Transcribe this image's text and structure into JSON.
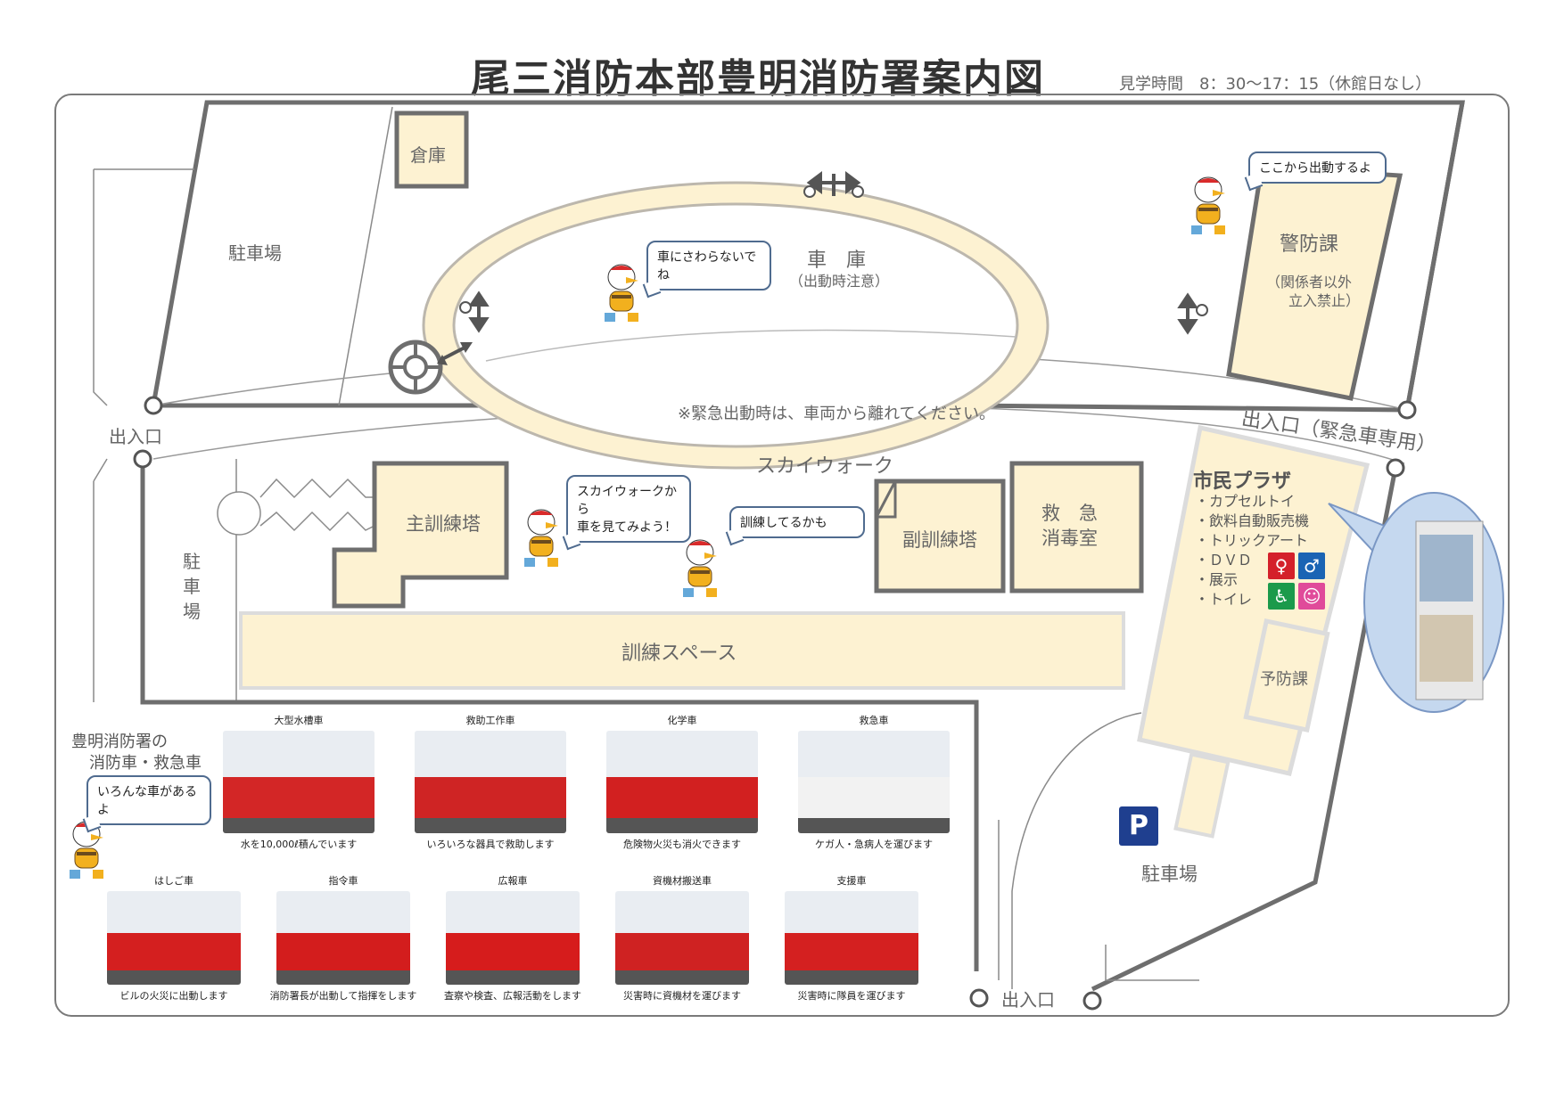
{
  "title": "尾三消防本部豊明消防署案内図",
  "visiting_hours": "見学時間　8：30〜17：15（休館日なし）",
  "areas": {
    "parking_top_left": "駐車場",
    "warehouse": "倉庫",
    "garage": "車　庫",
    "garage_note": "（出動時注意）",
    "security_section": "警防課",
    "security_note_1": "（関係者以外",
    "security_note_2": "立入禁止）",
    "emergency_note": "※緊急出動時は、車両から離れてください。",
    "skywalk": "スカイウォーク",
    "main_tower": "主訓練塔",
    "sub_tower": "副訓練塔",
    "disinfection_1": "救　急",
    "disinfection_2": "消毒室",
    "training_space": "訓練スペース",
    "parking_left_1": "駐",
    "parking_left_2": "車",
    "parking_left_3": "場",
    "prevention_section": "予防課",
    "parking_bottom": "駐車場"
  },
  "entrances": {
    "left": "出入口",
    "emergency": "出入口（緊急車専用）",
    "bottom": "出入口"
  },
  "plaza": {
    "title": "市民プラザ",
    "items": [
      "・カプセルトイ",
      "・飲料自動販売機",
      "・トリックアート",
      "・ＤＶＤ",
      "・展示",
      "・トイレ"
    ]
  },
  "bubbles": {
    "dont_touch": "車にさわらないでね",
    "dispatch": "ここから出動するよ",
    "skywalk_see_1": "スカイウォークから",
    "skywalk_see_2": "車を見てみよう！",
    "training": "訓練してるかも",
    "various": "いろんな車があるよ"
  },
  "vehicles_heading_1": "豊明消防署の",
  "vehicles_heading_2": "消防車・救急車",
  "vehicles_row1": [
    {
      "name": "大型水槽車",
      "desc": "水を10,000ℓ積んでいます",
      "color": "#d32626"
    },
    {
      "name": "救助工作車",
      "desc": "いろいろな器具で救助します",
      "color": "#cf2424"
    },
    {
      "name": "化学車",
      "desc": "危険物火災も消火できます",
      "color": "#d22020"
    },
    {
      "name": "救急車",
      "desc": "ケガ人・急病人を運びます",
      "color": "#f2f2f2"
    }
  ],
  "vehicles_row2": [
    {
      "name": "はしご車",
      "desc": "ビルの火災に出動します",
      "color": "#d41f1f"
    },
    {
      "name": "指令車",
      "desc": "消防署長が出動して指揮をします",
      "color": "#d31d1d"
    },
    {
      "name": "広報車",
      "desc": "査察や検査、広報活動をします",
      "color": "#d61c1c"
    },
    {
      "name": "資機材搬送車",
      "desc": "災害時に資機材を運びます",
      "color": "#cf2222"
    },
    {
      "name": "支援車",
      "desc": "災害時に隊員を運びます",
      "color": "#d42020"
    }
  ],
  "colors": {
    "building_fill": "#fdf2d2",
    "outline": "#6e6e6e",
    "bubble_border": "#4f6b8f",
    "parking_sign": "#1f3f8f"
  }
}
